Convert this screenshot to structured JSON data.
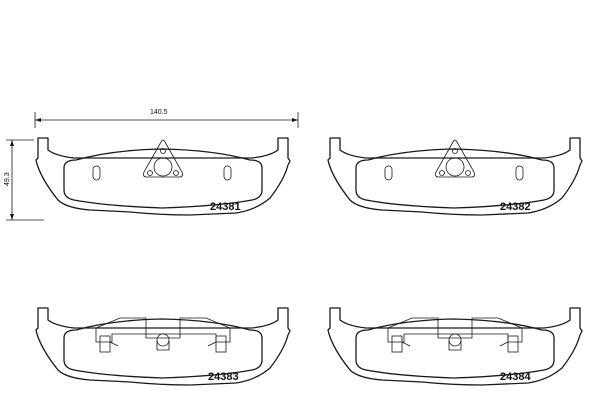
{
  "dimensions": {
    "width_label": "140.5",
    "height_label": "49.3"
  },
  "pads": [
    {
      "part_number": "24381",
      "variant": "pin-plate"
    },
    {
      "part_number": "24382",
      "variant": "pin-plate"
    },
    {
      "part_number": "24383",
      "variant": "clip-plate"
    },
    {
      "part_number": "24384",
      "variant": "clip-plate"
    }
  ],
  "colors": {
    "line": "#1a1a1a",
    "background": "#ffffff"
  }
}
